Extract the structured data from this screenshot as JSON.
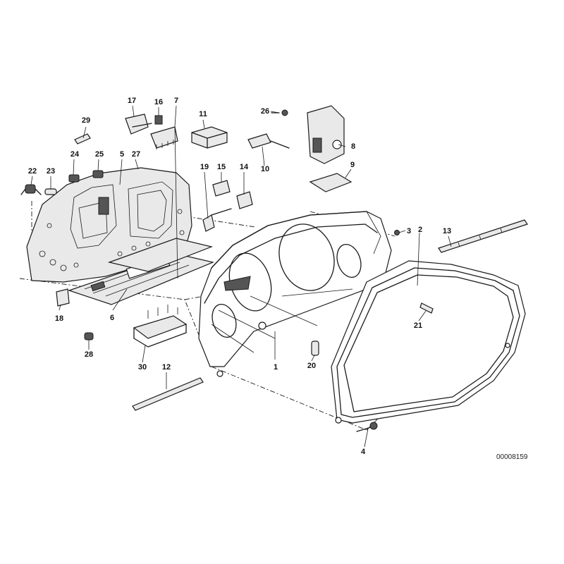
{
  "diagram": {
    "reference_code": "00008159",
    "callouts": [
      {
        "id": "1",
        "label": "1"
      },
      {
        "id": "2",
        "label": "2"
      },
      {
        "id": "3",
        "label": "3"
      },
      {
        "id": "4",
        "label": "4"
      },
      {
        "id": "5",
        "label": "5"
      },
      {
        "id": "6",
        "label": "6"
      },
      {
        "id": "7",
        "label": "7"
      },
      {
        "id": "8",
        "label": "8"
      },
      {
        "id": "9",
        "label": "9"
      },
      {
        "id": "10",
        "label": "10"
      },
      {
        "id": "11",
        "label": "11"
      },
      {
        "id": "12",
        "label": "12"
      },
      {
        "id": "13",
        "label": "13"
      },
      {
        "id": "14",
        "label": "14"
      },
      {
        "id": "15",
        "label": "15"
      },
      {
        "id": "16",
        "label": "16"
      },
      {
        "id": "17",
        "label": "17"
      },
      {
        "id": "18",
        "label": "18"
      },
      {
        "id": "19",
        "label": "19"
      },
      {
        "id": "20",
        "label": "20"
      },
      {
        "id": "21",
        "label": "21"
      },
      {
        "id": "22",
        "label": "22"
      },
      {
        "id": "23",
        "label": "23"
      },
      {
        "id": "24",
        "label": "24"
      },
      {
        "id": "25",
        "label": "25"
      },
      {
        "id": "26",
        "label": "26"
      },
      {
        "id": "27",
        "label": "27"
      },
      {
        "id": "28",
        "label": "28"
      },
      {
        "id": "29",
        "label": "29"
      },
      {
        "id": "30",
        "label": "30"
      }
    ]
  }
}
